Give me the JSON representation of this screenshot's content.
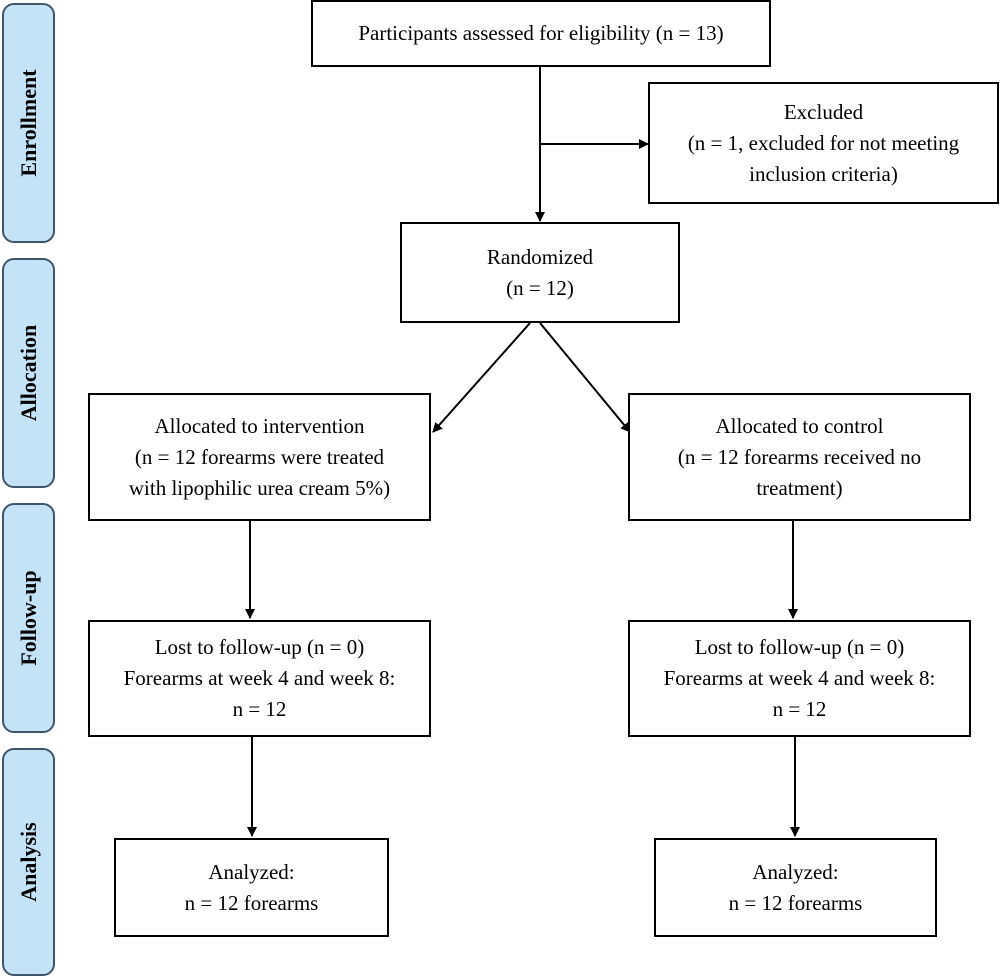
{
  "stages": {
    "enrollment": "Enrollment",
    "allocation": "Allocation",
    "follow_up": "Follow-up",
    "analysis": "Analysis"
  },
  "boxes": {
    "eligibility": [
      "Participants assessed for eligibility (n = 13)"
    ],
    "excluded": [
      "Excluded",
      "(n = 1, excluded for not meeting",
      "inclusion criteria)"
    ],
    "randomized": [
      "Randomized",
      "(n = 12)"
    ],
    "intervention": [
      "Allocated to intervention",
      "(n = 12 forearms were treated",
      "with lipophilic urea cream 5%)"
    ],
    "control": [
      "Allocated to control",
      "(n = 12 forearms received no",
      "treatment)"
    ],
    "followup_intervention": [
      "Lost to follow-up (n = 0)",
      "Forearms at week 4 and week 8:",
      "n = 12"
    ],
    "followup_control": [
      "Lost to follow-up (n = 0)",
      "Forearms at week 4 and week 8:",
      "n = 12"
    ],
    "analysis_intervention": [
      "Analyzed:",
      "n = 12 forearms"
    ],
    "analysis_control": [
      "Analyzed:",
      "n = 12 forearms"
    ]
  },
  "colors": {
    "stage_fill": "#c5e3f7",
    "stage_border": "#3f566a",
    "box_border": "#000000",
    "arrow": "#000000"
  }
}
